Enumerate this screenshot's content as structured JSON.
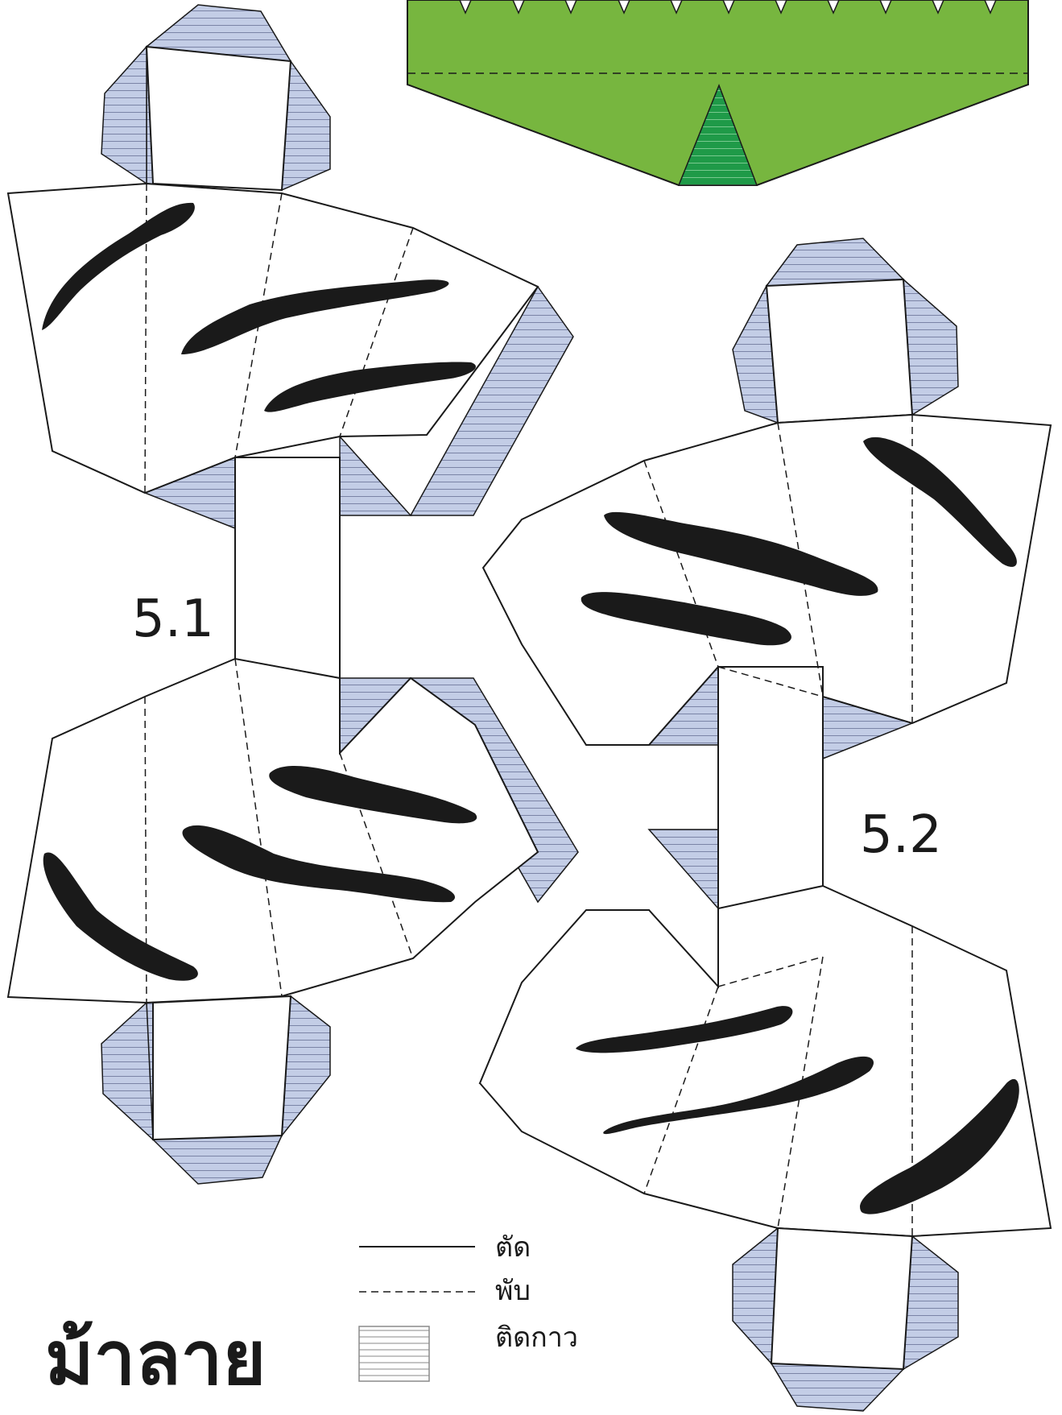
{
  "parts": {
    "part_1": "5.1",
    "part_2": "5.2"
  },
  "legend": {
    "cut": "ตัด",
    "fold": "พับ",
    "glue": "ติดกาว"
  },
  "title": "ม้าลาย",
  "colors": {
    "glue_fill": "#c3cde6",
    "glue_hatch": "#7b84a6",
    "grass": "#77b63f",
    "grass_glue": "#1f9a48",
    "stripe": "#1a1a1a",
    "line": "#1a1a1a"
  }
}
